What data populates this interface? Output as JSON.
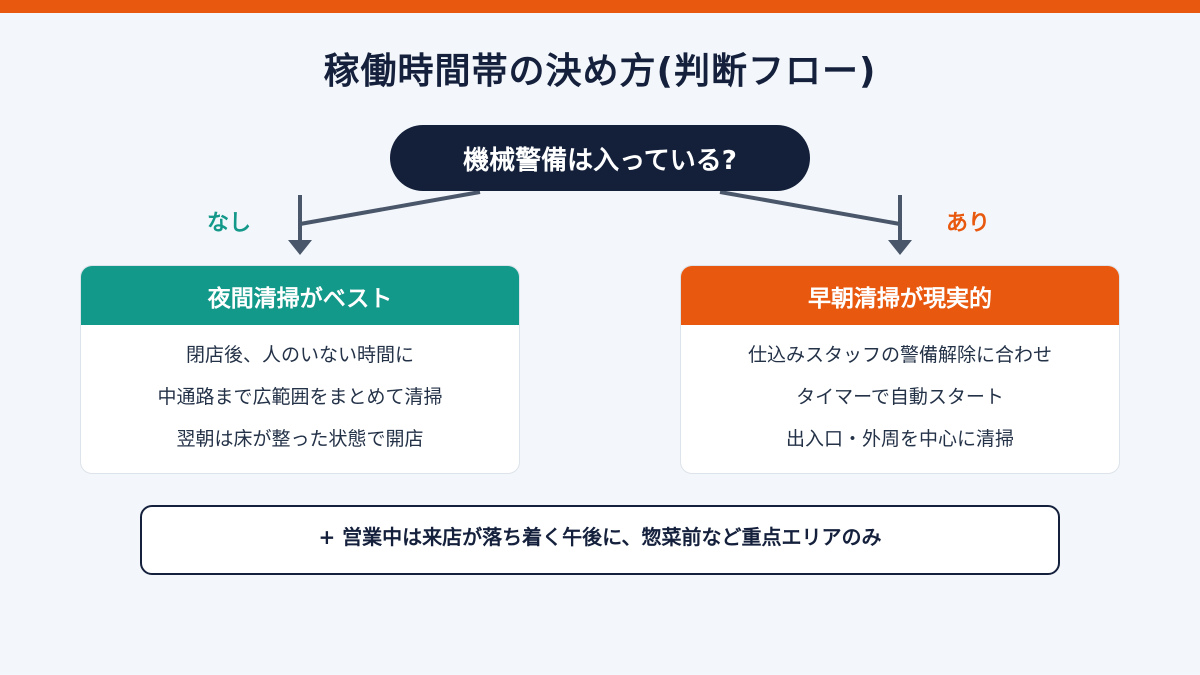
{
  "title": "稼働時間帯の決め方(判断フロー)",
  "question": "機械警備は入っている?",
  "branches": {
    "no_label": "なし",
    "yes_label": "あり"
  },
  "cards": {
    "left": {
      "heading": "夜間清掃がベスト",
      "lines": [
        "閉店後、人のいない時間に",
        "中通路まで広範囲をまとめて清掃",
        "翌朝は床が整った状態で開店"
      ]
    },
    "right": {
      "heading": "早朝清掃が現実的",
      "lines": [
        "仕込みスタッフの警備解除に合わせ",
        "タイマーで自動スタート",
        "出入口・外周を中心に清掃"
      ]
    }
  },
  "note": "+ 営業中は来店が落ち着く午後に、惣菜前など重点エリアのみ",
  "colors": {
    "accent_orange": "#e8580e",
    "accent_teal": "#13998a",
    "navy": "#14203a",
    "background": "#f3f7fb"
  }
}
